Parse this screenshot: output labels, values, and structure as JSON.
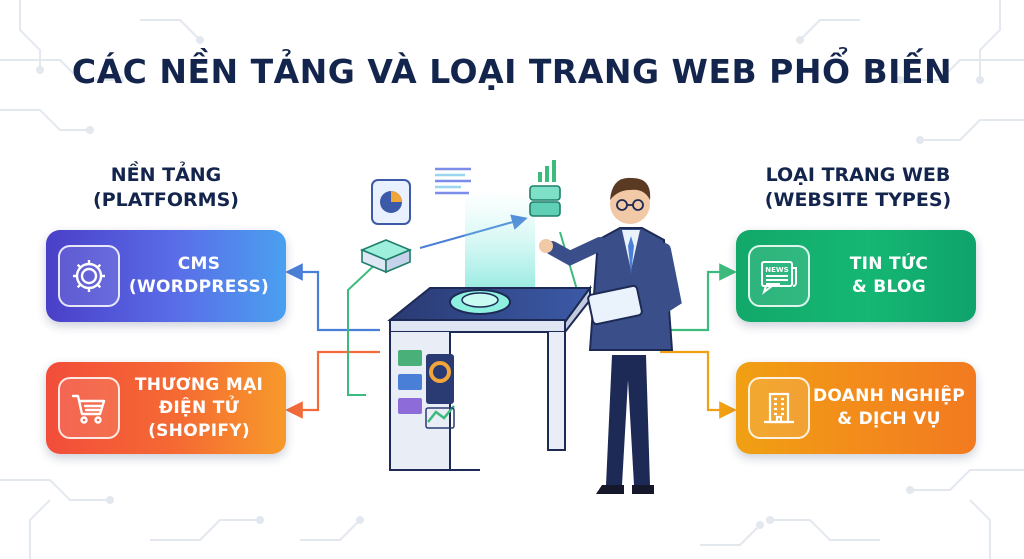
{
  "title": "CÁC NỀN TẢNG VÀ LOẠI TRANG WEB PHỔ BIẾN",
  "left_column": {
    "heading_line1": "NỀN TẢNG",
    "heading_line2": "(PLATFORMS)",
    "cards": [
      {
        "line1": "CMS",
        "line2": "(WORDPRESS)",
        "line3": "",
        "icon": "gear-icon"
      },
      {
        "line1": "THƯƠNG MẠI",
        "line2": "ĐIỆN TỬ",
        "line3": "(SHOPIFY)",
        "icon": "shopping-cart-icon"
      }
    ]
  },
  "right_column": {
    "heading_line1": "LOẠI TRANG WEB",
    "heading_line2": "(WEBSITE TYPES)",
    "cards": [
      {
        "line1": "TIN TỨC",
        "line2": "& BLOG",
        "icon": "newspaper-icon",
        "icon_text": "NEWS"
      },
      {
        "line1": "DOANH NGHIỆP",
        "line2": "& DỊCH VỤ",
        "icon": "office-building-icon"
      }
    ]
  },
  "colors": {
    "title": "#14254d",
    "cms": "#5a6ee8",
    "ecommerce": "#f56a33",
    "news": "#15b774",
    "business": "#f38a1c",
    "connector_blue": "#4a7fd8",
    "connector_green": "#3dbb7c",
    "connector_orange": "#f26b3a"
  }
}
